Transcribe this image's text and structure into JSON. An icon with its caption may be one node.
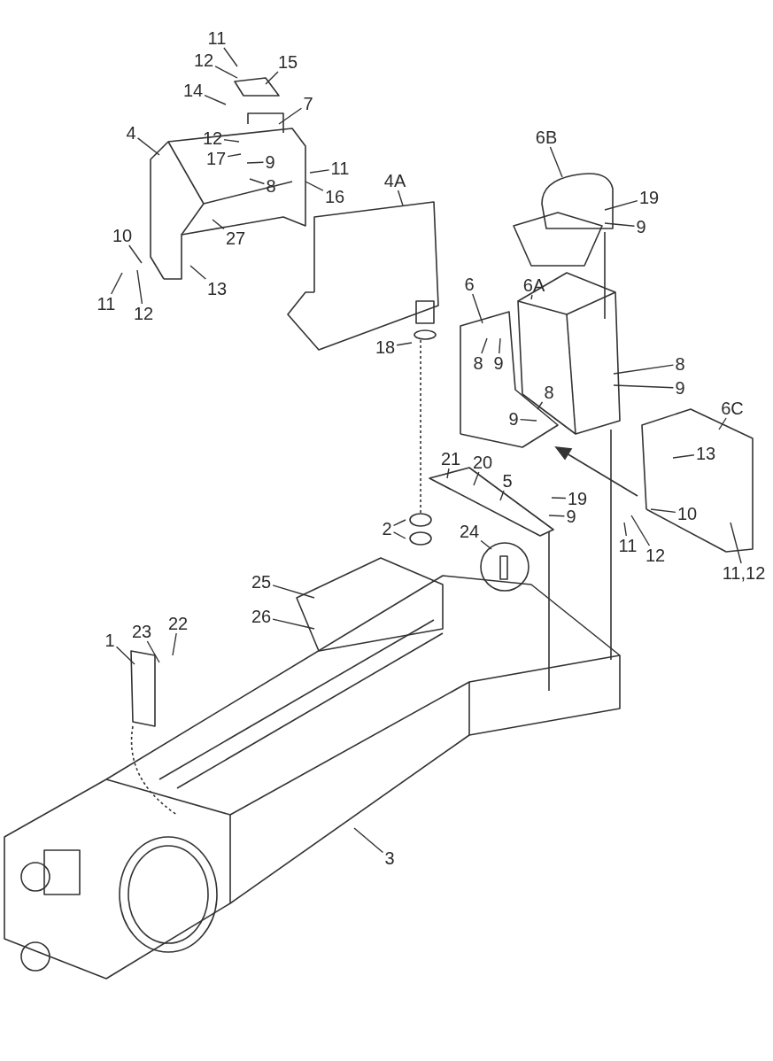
{
  "diagram": {
    "nodes": [
      {
        "text": [
          "11"
        ]
      },
      {
        "text": [
          "12"
        ]
      },
      {
        "text": [
          "15"
        ]
      },
      {
        "text": [
          "14"
        ]
      },
      {
        "text": [
          "7"
        ]
      },
      {
        "text": [
          "4"
        ]
      },
      {
        "text": [
          "12"
        ]
      },
      {
        "text": [
          "6B"
        ]
      },
      {
        "text": [
          "17"
        ]
      },
      {
        "text": [
          "9"
        ]
      },
      {
        "text": [
          "11"
        ]
      },
      {
        "text": [
          "8"
        ]
      },
      {
        "text": [
          "4A"
        ]
      },
      {
        "text": [
          "16"
        ]
      },
      {
        "text": [
          "19"
        ]
      },
      {
        "text": [
          "9"
        ]
      },
      {
        "text": [
          "27"
        ]
      },
      {
        "text": [
          "10"
        ]
      },
      {
        "text": [
          "13"
        ]
      },
      {
        "text": [
          "6"
        ]
      },
      {
        "text": [
          "6A"
        ]
      },
      {
        "text": [
          "11"
        ]
      },
      {
        "text": [
          "12"
        ]
      },
      {
        "text": [
          "18"
        ]
      },
      {
        "text": [
          "8"
        ]
      },
      {
        "text": [
          "9"
        ]
      },
      {
        "text": [
          "8"
        ]
      },
      {
        "text": [
          "9"
        ]
      },
      {
        "text": [
          "8"
        ]
      },
      {
        "text": [
          "9"
        ]
      },
      {
        "text": [
          "6C"
        ]
      },
      {
        "text": [
          "13"
        ]
      },
      {
        "text": [
          "21"
        ]
      },
      {
        "text": [
          "20"
        ]
      },
      {
        "text": [
          "5"
        ]
      },
      {
        "text": [
          "19"
        ]
      },
      {
        "text": [
          "9"
        ]
      },
      {
        "text": [
          "10"
        ]
      },
      {
        "text": [
          "11"
        ]
      },
      {
        "text": [
          "12"
        ]
      },
      {
        "text": [
          "11,12"
        ]
      },
      {
        "text": [
          "2"
        ]
      },
      {
        "text": [
          "24"
        ]
      },
      {
        "text": [
          "25"
        ]
      },
      {
        "text": [
          "26"
        ]
      },
      {
        "text": [
          "1"
        ]
      },
      {
        "text": [
          "23"
        ]
      },
      {
        "text": [
          "22"
        ]
      },
      {
        "text": [
          "3"
        ]
      }
    ],
    "edges": [
      {
        "from": 0,
        "to": null,
        "arrow": "none"
      },
      {
        "from": 1,
        "to": null,
        "arrow": "none"
      },
      {
        "from": 2,
        "to": null,
        "arrow": "none"
      },
      {
        "from": 3,
        "to": null,
        "arrow": "none"
      },
      {
        "from": 4,
        "to": null,
        "arrow": "none"
      },
      {
        "from": 5,
        "to": null,
        "arrow": "none"
      },
      {
        "from": 6,
        "to": null,
        "arrow": "none"
      },
      {
        "from": 7,
        "to": null,
        "arrow": "none"
      },
      {
        "from": 8,
        "to": null,
        "arrow": "none"
      },
      {
        "from": 9,
        "to": null,
        "arrow": "none"
      },
      {
        "from": 10,
        "to": null,
        "arrow": "none"
      },
      {
        "from": 11,
        "to": null,
        "arrow": "none"
      },
      {
        "from": 12,
        "to": null,
        "arrow": "none"
      },
      {
        "from": 13,
        "to": null,
        "arrow": "none"
      },
      {
        "from": 14,
        "to": null,
        "arrow": "none"
      },
      {
        "from": 15,
        "to": null,
        "arrow": "none"
      },
      {
        "from": 16,
        "to": null,
        "arrow": "none"
      },
      {
        "from": 17,
        "to": null,
        "arrow": "none"
      },
      {
        "from": 18,
        "to": null,
        "arrow": "none"
      },
      {
        "from": 19,
        "to": null,
        "arrow": "none"
      },
      {
        "from": 20,
        "to": null,
        "arrow": "none"
      },
      {
        "from": 21,
        "to": null,
        "arrow": "none"
      },
      {
        "from": 22,
        "to": null,
        "arrow": "none"
      },
      {
        "from": 23,
        "to": null,
        "arrow": "none"
      },
      {
        "from": 24,
        "to": null,
        "arrow": "none"
      },
      {
        "from": 25,
        "to": null,
        "arrow": "none"
      },
      {
        "from": 26,
        "to": null,
        "arrow": "none"
      },
      {
        "from": 27,
        "to": null,
        "arrow": "none"
      },
      {
        "from": 28,
        "to": null,
        "arrow": "none"
      },
      {
        "from": 29,
        "to": null,
        "arrow": "none"
      },
      {
        "from": 30,
        "to": null,
        "arrow": "none"
      },
      {
        "from": 31,
        "to": null,
        "arrow": "none"
      },
      {
        "from": 32,
        "to": null,
        "arrow": "none"
      },
      {
        "from": 33,
        "to": null,
        "arrow": "none"
      },
      {
        "from": 34,
        "to": null,
        "arrow": "none"
      },
      {
        "from": 35,
        "to": null,
        "arrow": "none"
      },
      {
        "from": 36,
        "to": null,
        "arrow": "none"
      },
      {
        "from": 37,
        "to": null,
        "arrow": "none"
      },
      {
        "from": 38,
        "to": null,
        "arrow": "none"
      },
      {
        "from": 39,
        "to": null,
        "arrow": "none"
      },
      {
        "from": 40,
        "to": null,
        "arrow": "none"
      },
      {
        "from": 41,
        "to": null,
        "arrow": "none"
      },
      {
        "from": 41,
        "to": null,
        "arrow": "none"
      },
      {
        "from": 42,
        "to": null,
        "arrow": "none"
      },
      {
        "from": 43,
        "to": null,
        "arrow": "none"
      },
      {
        "from": 44,
        "to": null,
        "arrow": "none"
      },
      {
        "from": 45,
        "to": null,
        "arrow": "none"
      },
      {
        "from": 46,
        "to": null,
        "arrow": "none"
      },
      {
        "from": 47,
        "to": null,
        "arrow": "none"
      },
      {
        "from": 48,
        "to": null,
        "arrow": "none"
      }
    ]
  }
}
